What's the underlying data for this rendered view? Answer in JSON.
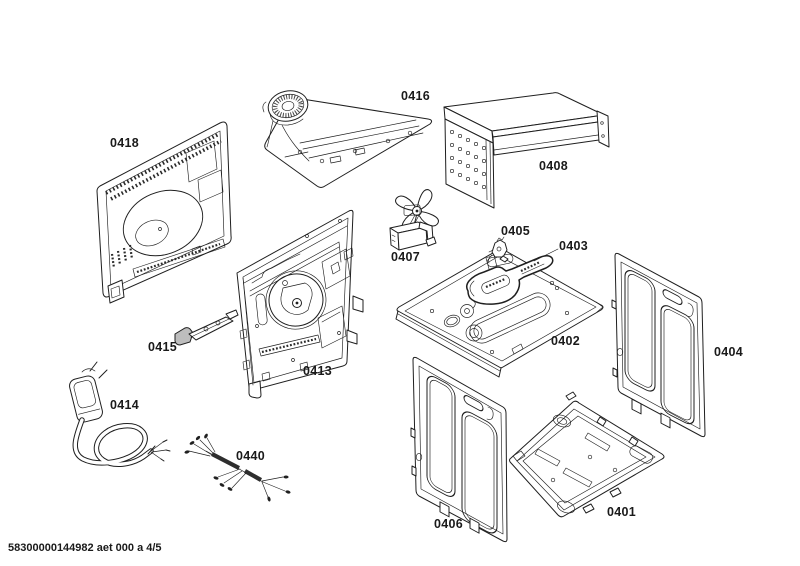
{
  "document": {
    "footer_code": "58300000144982 aet 000 a 4/5"
  },
  "colors": {
    "background": "#ffffff",
    "line": "#1f1f1f"
  },
  "parts": {
    "p0401": "0401",
    "p0402": "0402",
    "p0403": "0403",
    "p0404": "0404",
    "p0405": "0405",
    "p0406": "0406",
    "p0407": "0407",
    "p0408": "0408",
    "p0413": "0413",
    "p0414": "0414",
    "p0415": "0415",
    "p0416": "0416",
    "p0418": "0418",
    "p0440": "0440"
  }
}
